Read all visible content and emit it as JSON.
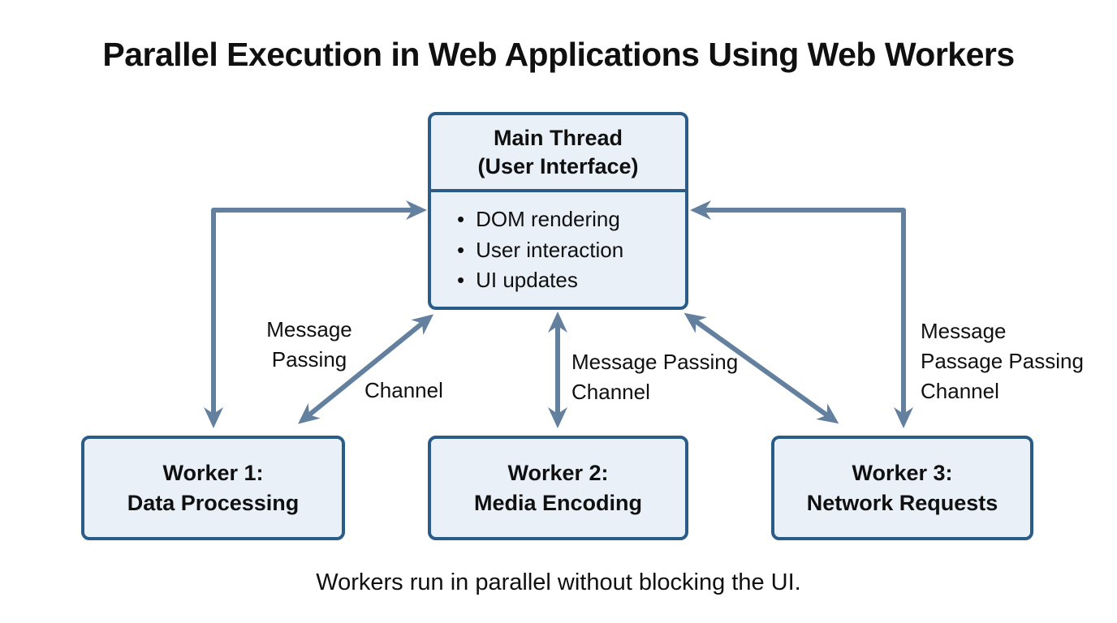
{
  "title": "Parallel Execution in Web Applications Using Web Workers",
  "main_thread": {
    "title_line1": "Main Thread",
    "title_line2": "(User Interface)",
    "bullets": [
      "DOM rendering",
      "User interaction",
      "UI updates"
    ]
  },
  "workers": [
    {
      "line1": "Worker 1:",
      "line2": "Data Processing"
    },
    {
      "line1": "Worker 2:",
      "line2": "Media Encoding"
    },
    {
      "line1": "Worker 3:",
      "line2": "Network Requests"
    }
  ],
  "channel_labels": {
    "left_line1": "Message",
    "left_line2": "Passing",
    "left_line3": "Channel",
    "middle_line1": "Message Passing",
    "middle_line2": "Channel",
    "right_line1": "Message",
    "right_line2": "Passage Passing",
    "right_line3": "Channel"
  },
  "caption": "Workers run in parallel without blocking the UI.",
  "colors": {
    "box_border": "#2b5c88",
    "box_fill": "#e9f0f8",
    "arrow_color": "#63809f",
    "text_color": "#101010",
    "background": "#ffffff"
  }
}
